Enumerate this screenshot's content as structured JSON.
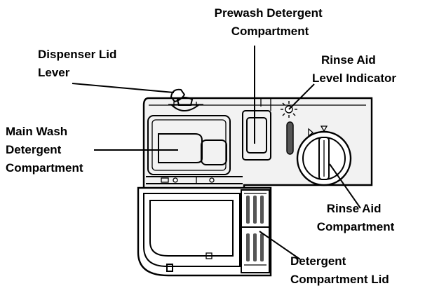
{
  "diagram": {
    "labels": {
      "prewash": [
        "Prewash Detergent",
        "Compartment"
      ],
      "lid_lever": [
        "Dispenser Lid",
        "Lever"
      ],
      "rinse_indicator": [
        "Rinse Aid",
        "Level Indicator"
      ],
      "main_wash": [
        "Main Wash",
        "Detergent",
        "Compartment"
      ],
      "rinse_compartment": [
        "Rinse Aid",
        "Compartment"
      ],
      "detergent_lid": [
        "Detergent",
        "Compartment Lid"
      ]
    },
    "colors": {
      "line": "#000000",
      "panel": "#f2f2f2",
      "accent": "#555555",
      "background": "#ffffff"
    }
  }
}
